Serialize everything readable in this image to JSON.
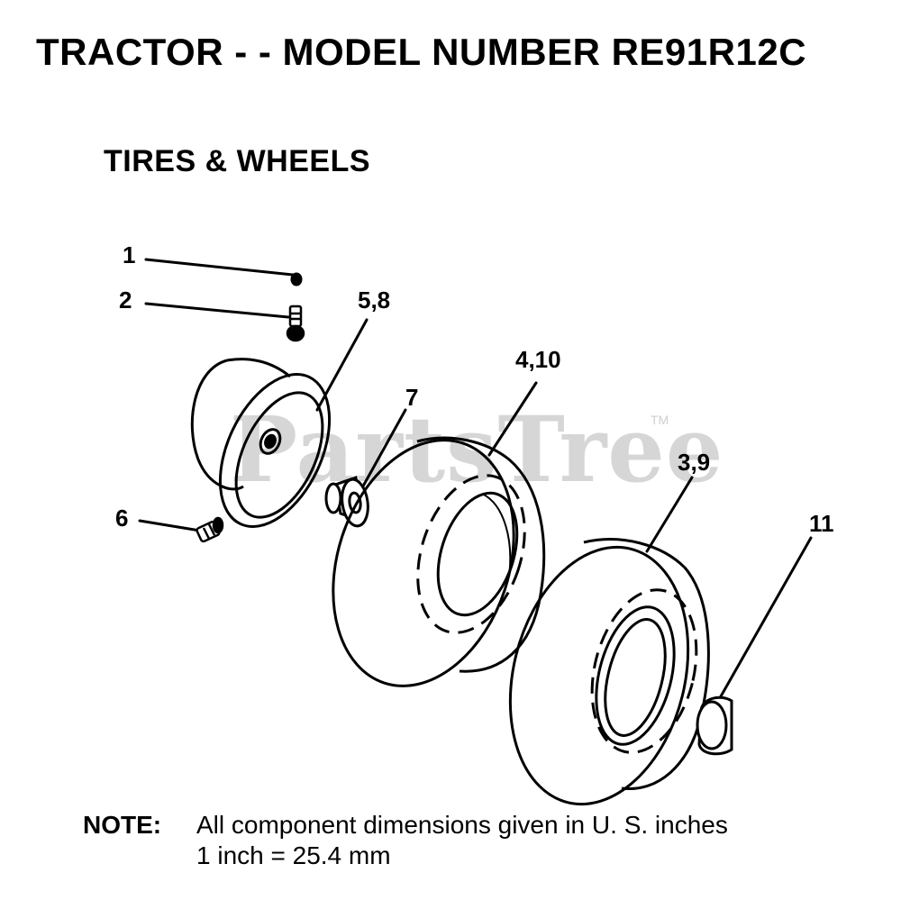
{
  "header": {
    "title": "TRACTOR - - MODEL NUMBER RE91R12C",
    "section": "TIRES & WHEELS"
  },
  "watermark": {
    "text": "PartsTree",
    "trademark": "TM"
  },
  "callouts": [
    {
      "id": "c1",
      "label": "1"
    },
    {
      "id": "c2",
      "label": "2"
    },
    {
      "id": "c58",
      "label": "5,8"
    },
    {
      "id": "c7",
      "label": "7"
    },
    {
      "id": "c410",
      "label": "4,10"
    },
    {
      "id": "c6",
      "label": "6"
    },
    {
      "id": "c39",
      "label": "3,9"
    },
    {
      "id": "c11",
      "label": "11"
    }
  ],
  "note": {
    "label": "NOTE:",
    "line1": "All component dimensions given in U. S. inches",
    "line2": "1 inch = 25.4 mm"
  }
}
